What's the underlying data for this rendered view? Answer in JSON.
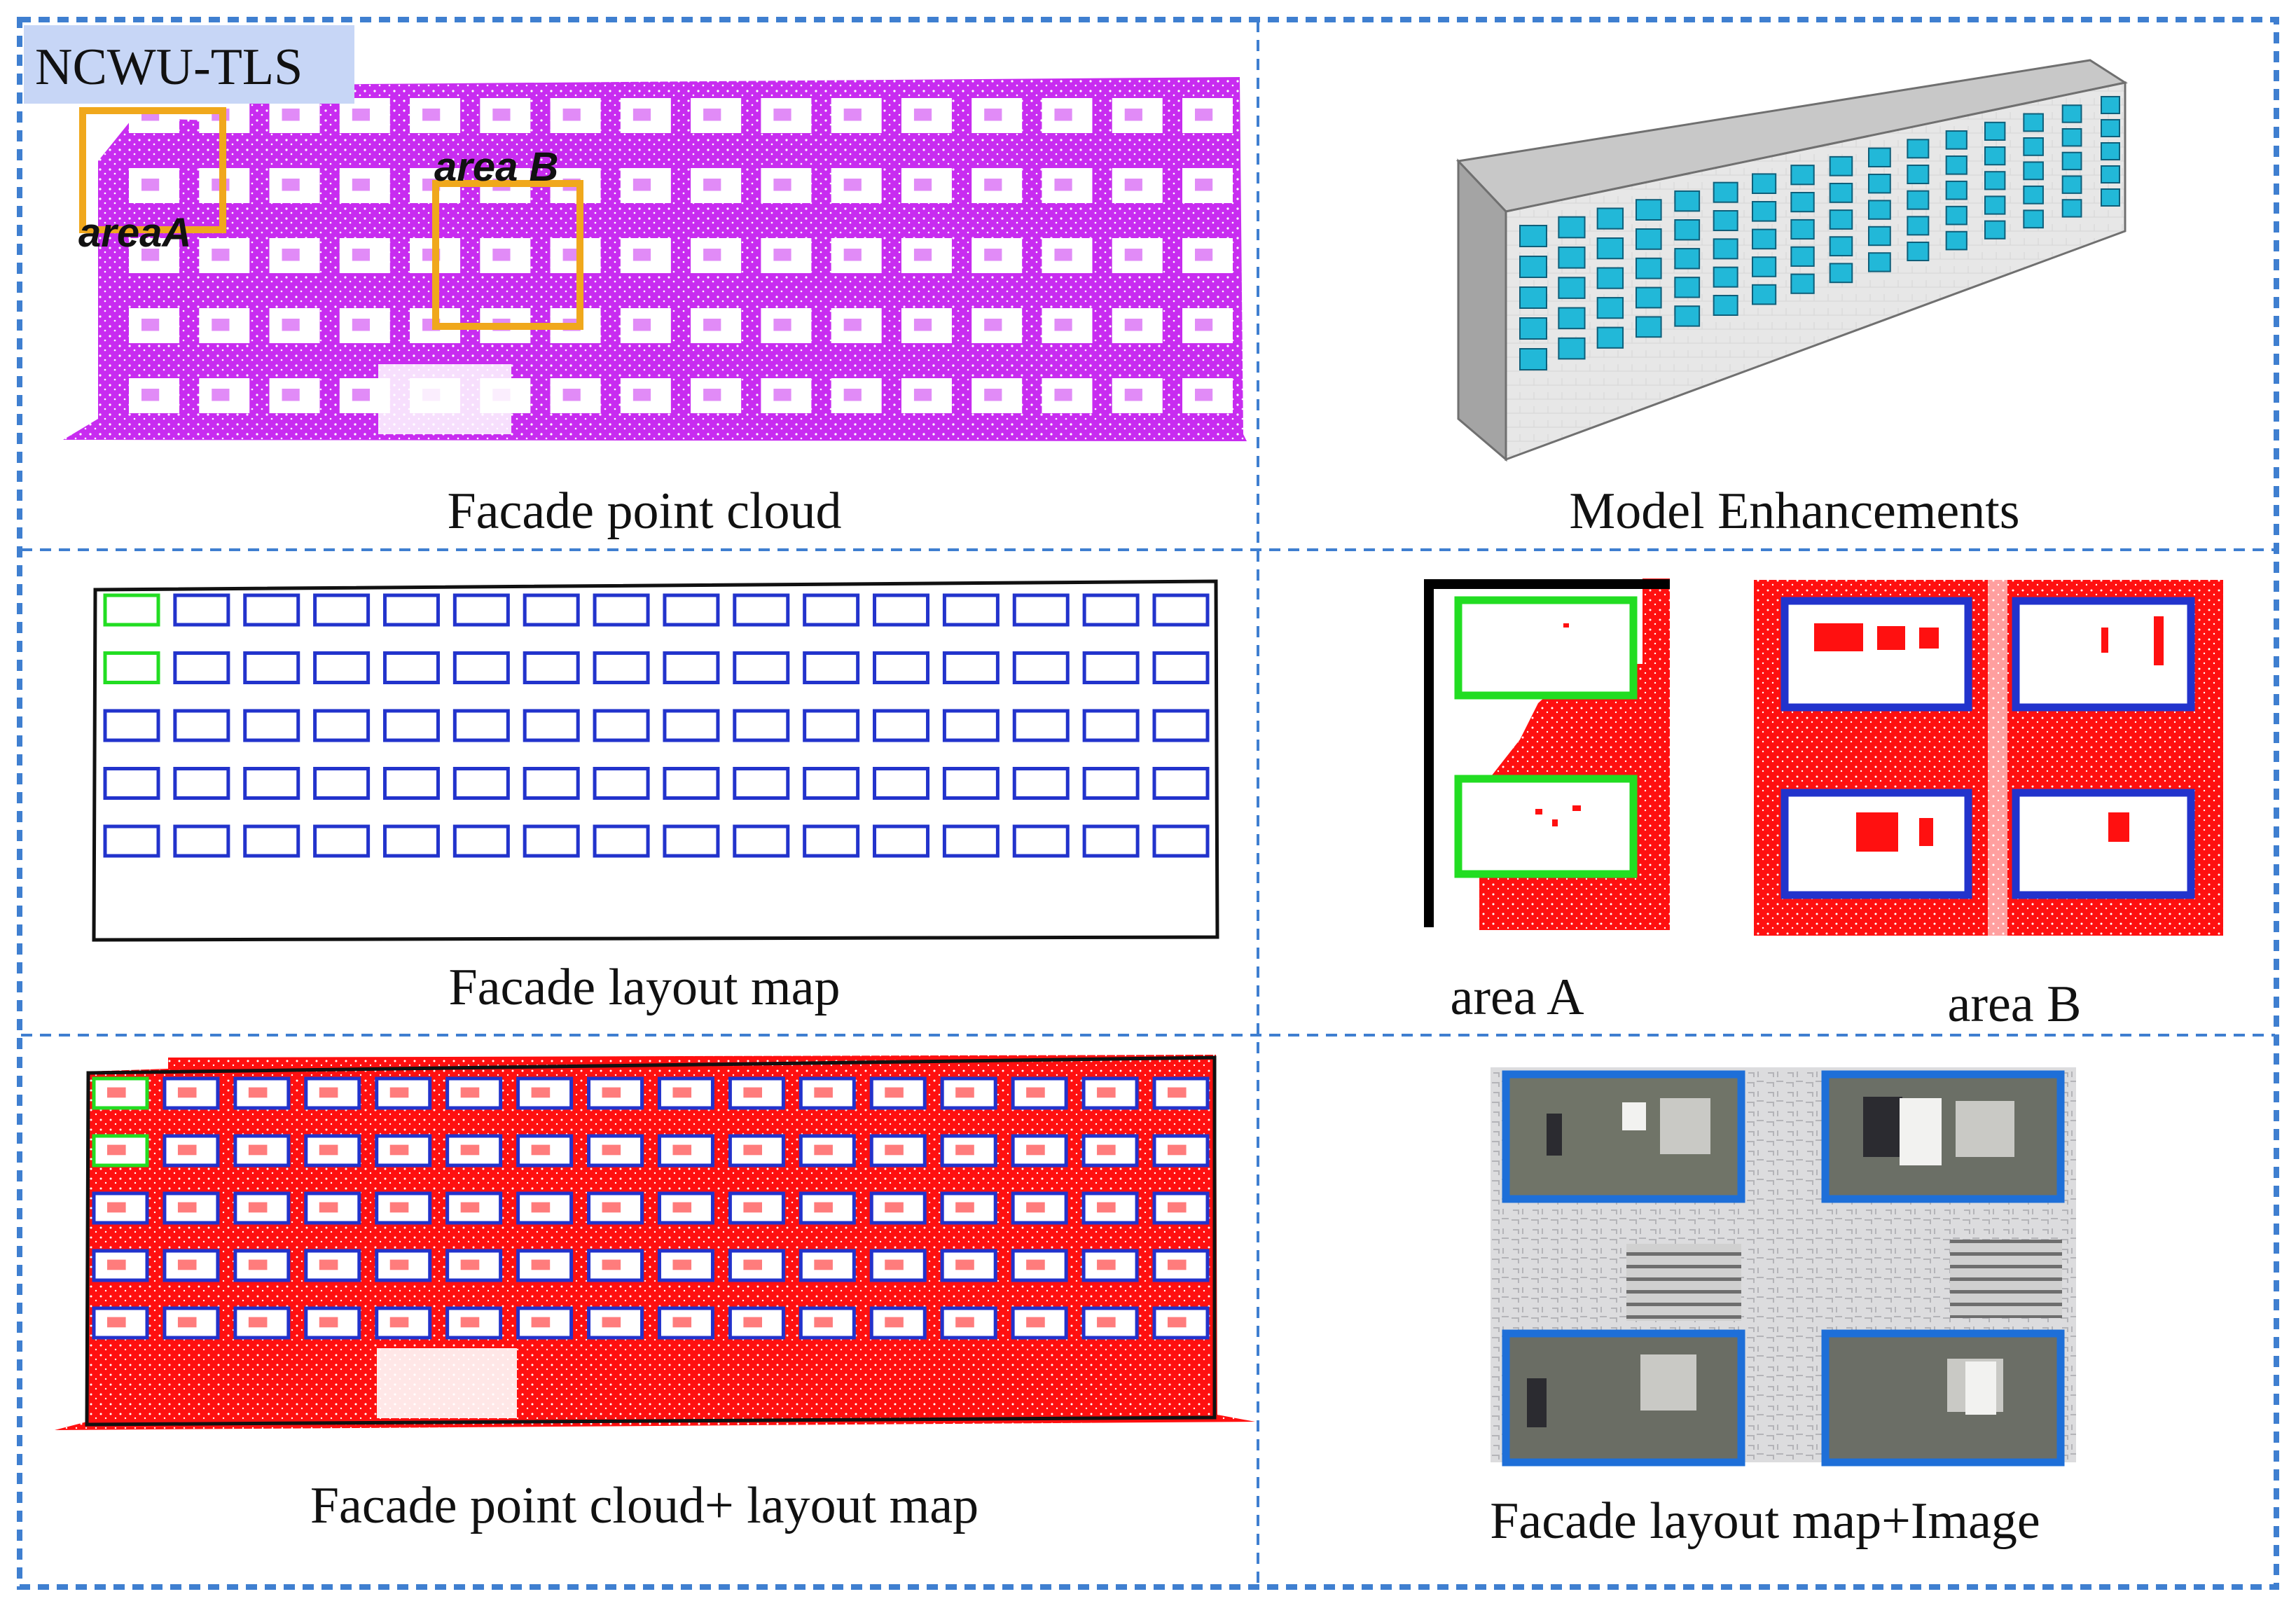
{
  "dataset_tag": "NCWU-TLS",
  "panels": {
    "point_cloud": {
      "caption": "Facade point cloud",
      "area_a_label": "areaA",
      "area_b_label": "area B"
    },
    "model": {
      "caption": "Model Enhancements"
    },
    "layout_map": {
      "caption": "Facade layout map"
    },
    "area_a": {
      "caption": "area A"
    },
    "area_b": {
      "caption": "area B"
    },
    "overlay": {
      "caption": "Facade point cloud+ layout map"
    },
    "image": {
      "caption": "Facade layout map+Image"
    }
  },
  "grid": {
    "columns": 16,
    "rows": 5,
    "highlight_column": 0,
    "highlight_rows": [
      0,
      1
    ]
  },
  "colors": {
    "frame_dash": "#3f7fd0",
    "point_cloud": "#c82cf0",
    "overlay_cloud": "#ff1010",
    "window_box": "#2233cc",
    "window_highlight": "#22dd22",
    "area_box": "#f0a81c",
    "tag_bg": "#c7d6f6",
    "glass": "#22b8d8",
    "wall": "#e6e6e6"
  }
}
